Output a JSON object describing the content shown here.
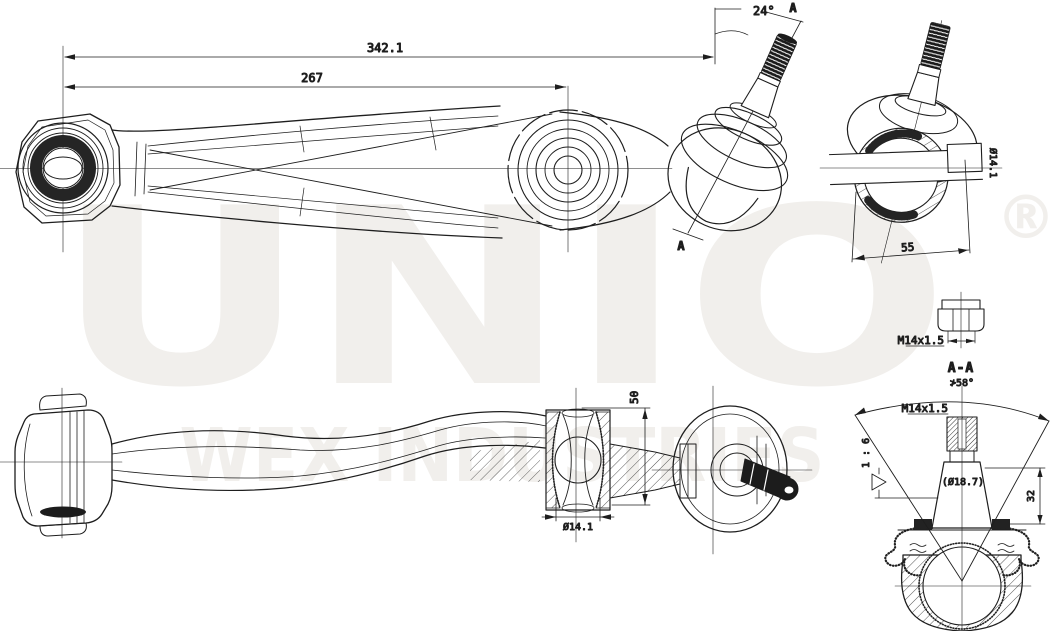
{
  "watermark": {
    "brand": "UNIO",
    "registered": "®",
    "subtitle": "WEX INDUSTRIES"
  },
  "views": {
    "front": {
      "dim_overall": "342.1",
      "dim_to_bushing": "267",
      "stud_angle": "24°",
      "section_a_top": "A",
      "section_a_bottom": "A"
    },
    "ball_joint_section": {
      "pin_diameter": "Ø14.1",
      "housing_width": "55"
    },
    "lock_nut": {
      "thread_spec": "M14x1.5"
    },
    "section_aa": {
      "title": "A-A",
      "cone_angle": "≯58°",
      "thread_spec": "M14x1.5",
      "taper_ratio": "1 : 6",
      "stud_diameter": "(Ø18.7)",
      "taper_length": "32"
    },
    "top": {
      "bushing_height": "50",
      "bore_diameter": "Ø14.1"
    }
  },
  "colors": {
    "line": "#1e1e1e",
    "dark_fill": "#1b1b1b",
    "watermark": "#f1efec",
    "background": "#ffffff"
  }
}
